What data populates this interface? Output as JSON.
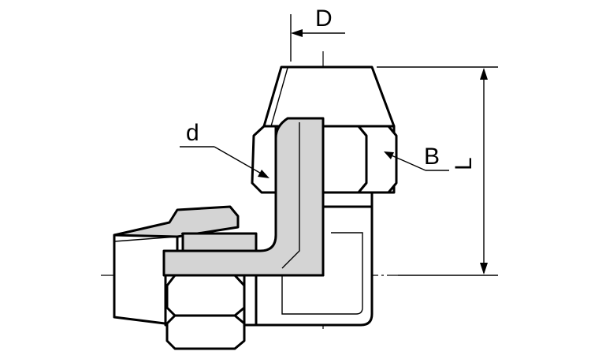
{
  "diagram": {
    "labels": {
      "D": "D",
      "d": "d",
      "B": "B",
      "L": "L"
    },
    "colors": {
      "outline": "#000000",
      "shaded": "#d4d4d4",
      "background": "#ffffff"
    }
  }
}
